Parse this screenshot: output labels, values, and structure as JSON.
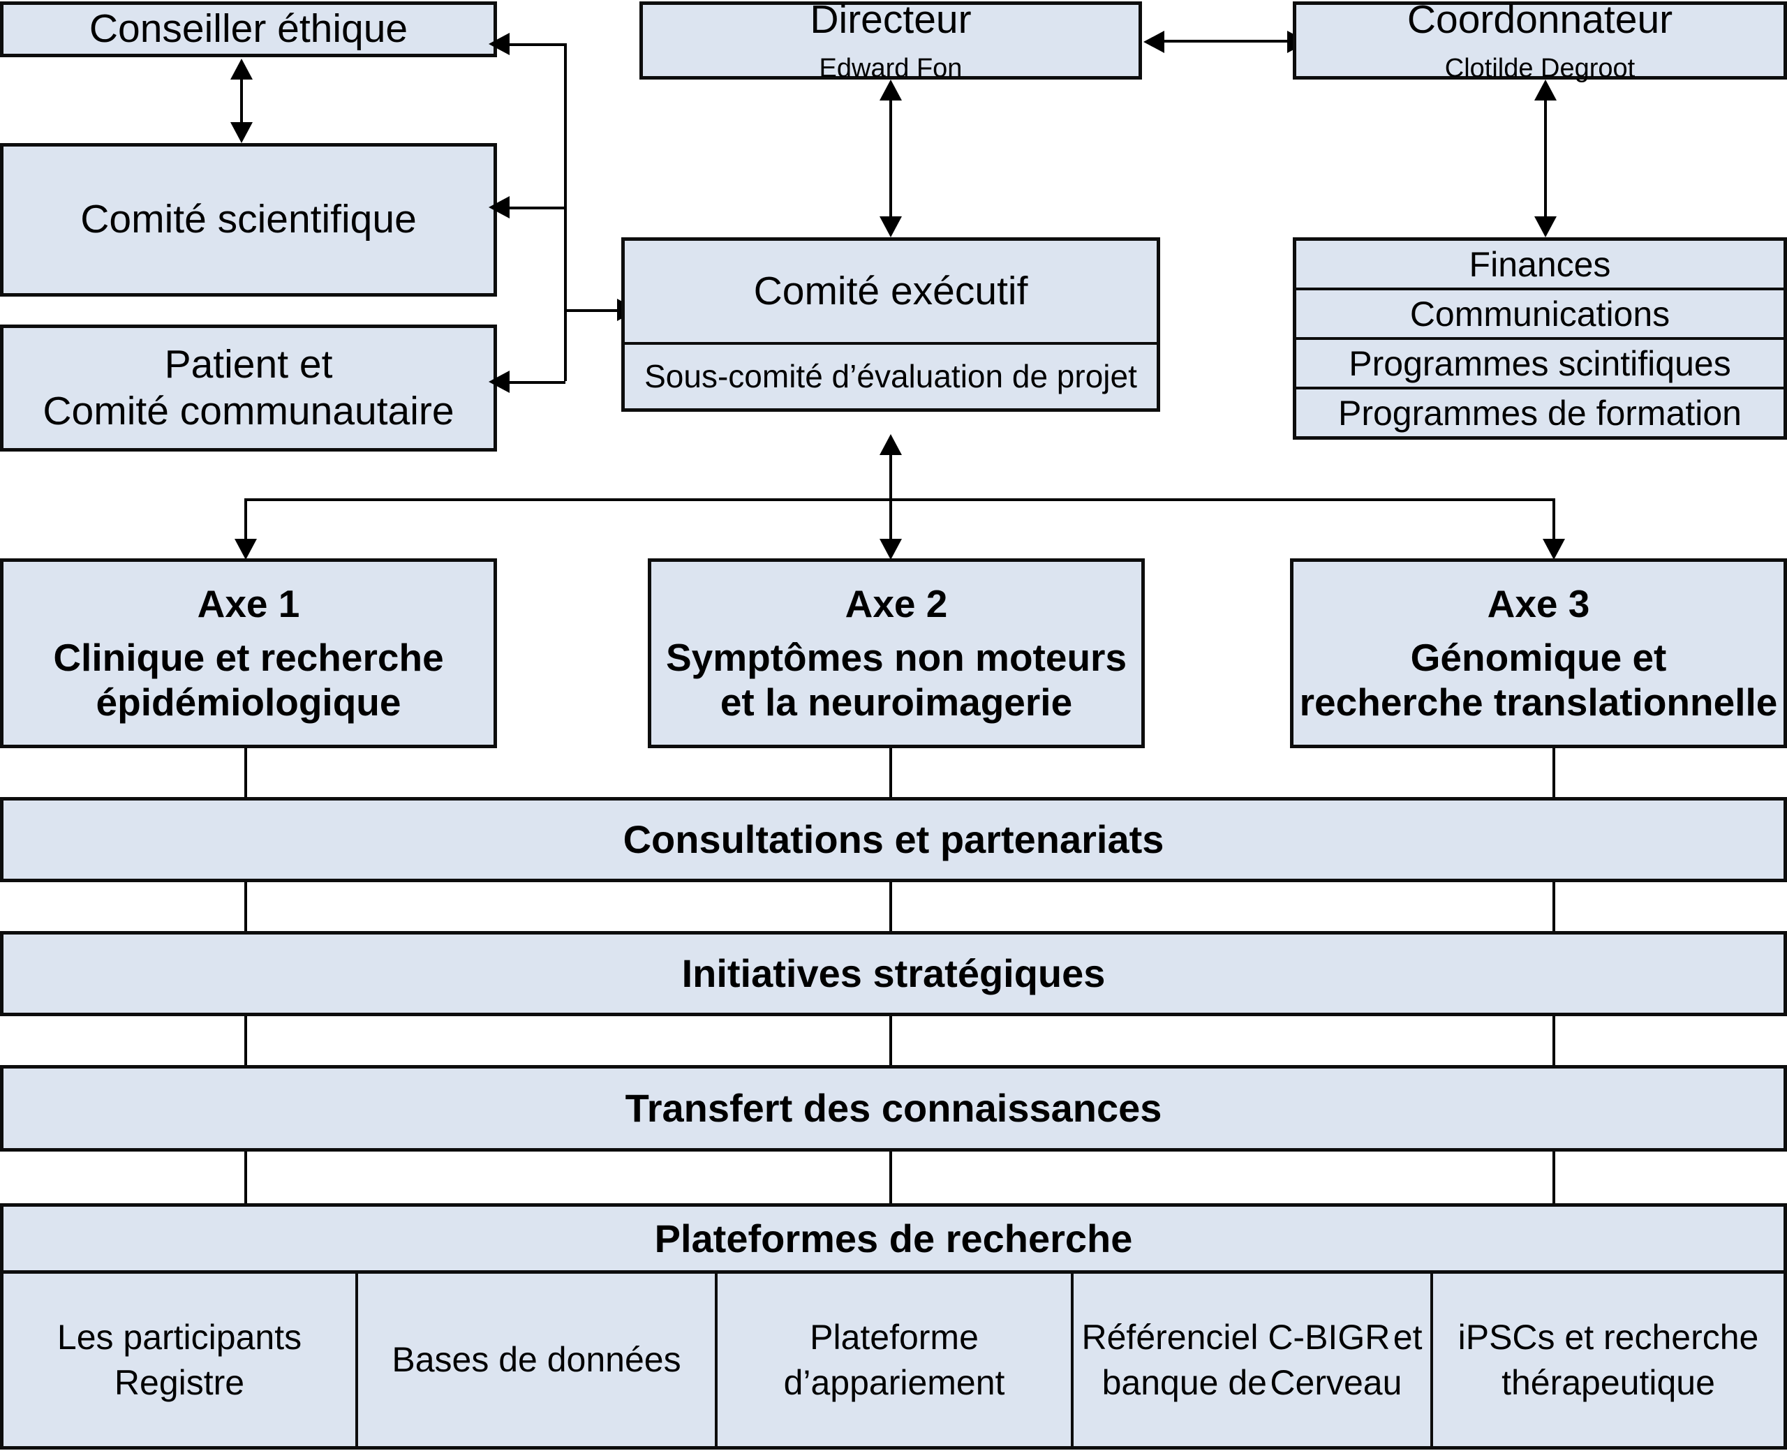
{
  "diagram": {
    "title": "Organigramme de gouvernance",
    "fill_color": "#dce4f0",
    "border_color": "#0d0d0d"
  },
  "governance": {
    "ethics_advisor": "Conseiller éthique",
    "scientific_committee": "Comité scientifique",
    "patient_committee_line1": "Patient et",
    "patient_committee_line2": "Comité communautaire",
    "director_role": "Directeur",
    "director_name": "Edward Fon",
    "coordinator_role": "Coordonnateur",
    "coordinator_name": "Clotilde Degroot",
    "executive_committee": "Comité exécutif",
    "project_subcommittee": "Sous-comité d’évaluation de projet"
  },
  "coordinator_units": [
    "Finances",
    "Communications",
    "Programmes scintifiques",
    "Programmes de formation"
  ],
  "axes": [
    {
      "number": "Axe 1",
      "line1": "Clinique et recherche",
      "line2": "épidémiologique"
    },
    {
      "number": "Axe 2",
      "line1": "Symptômes non moteurs",
      "line2": "et la neuroimagerie"
    },
    {
      "number": "Axe 3",
      "line1": "Génomique et",
      "line2": "recherche translationnelle"
    }
  ],
  "bands": [
    "Consultations et partenariats",
    "Initiatives stratégiques",
    "Transfert des connaissances"
  ],
  "platforms": {
    "title": "Plateformes de recherche",
    "items": [
      {
        "line1": "Les participants",
        "line2": "Registre"
      },
      {
        "line1": "Bases de données",
        "line2": ""
      },
      {
        "line1": "Plateforme",
        "line2": "d’appariement"
      },
      {
        "line1": "Référenciel C-BIGR",
        "line2": "et banque de",
        "line3": "Cerveau"
      },
      {
        "line1": "iPSCs et recherche",
        "line2": "thérapeutique"
      }
    ]
  }
}
